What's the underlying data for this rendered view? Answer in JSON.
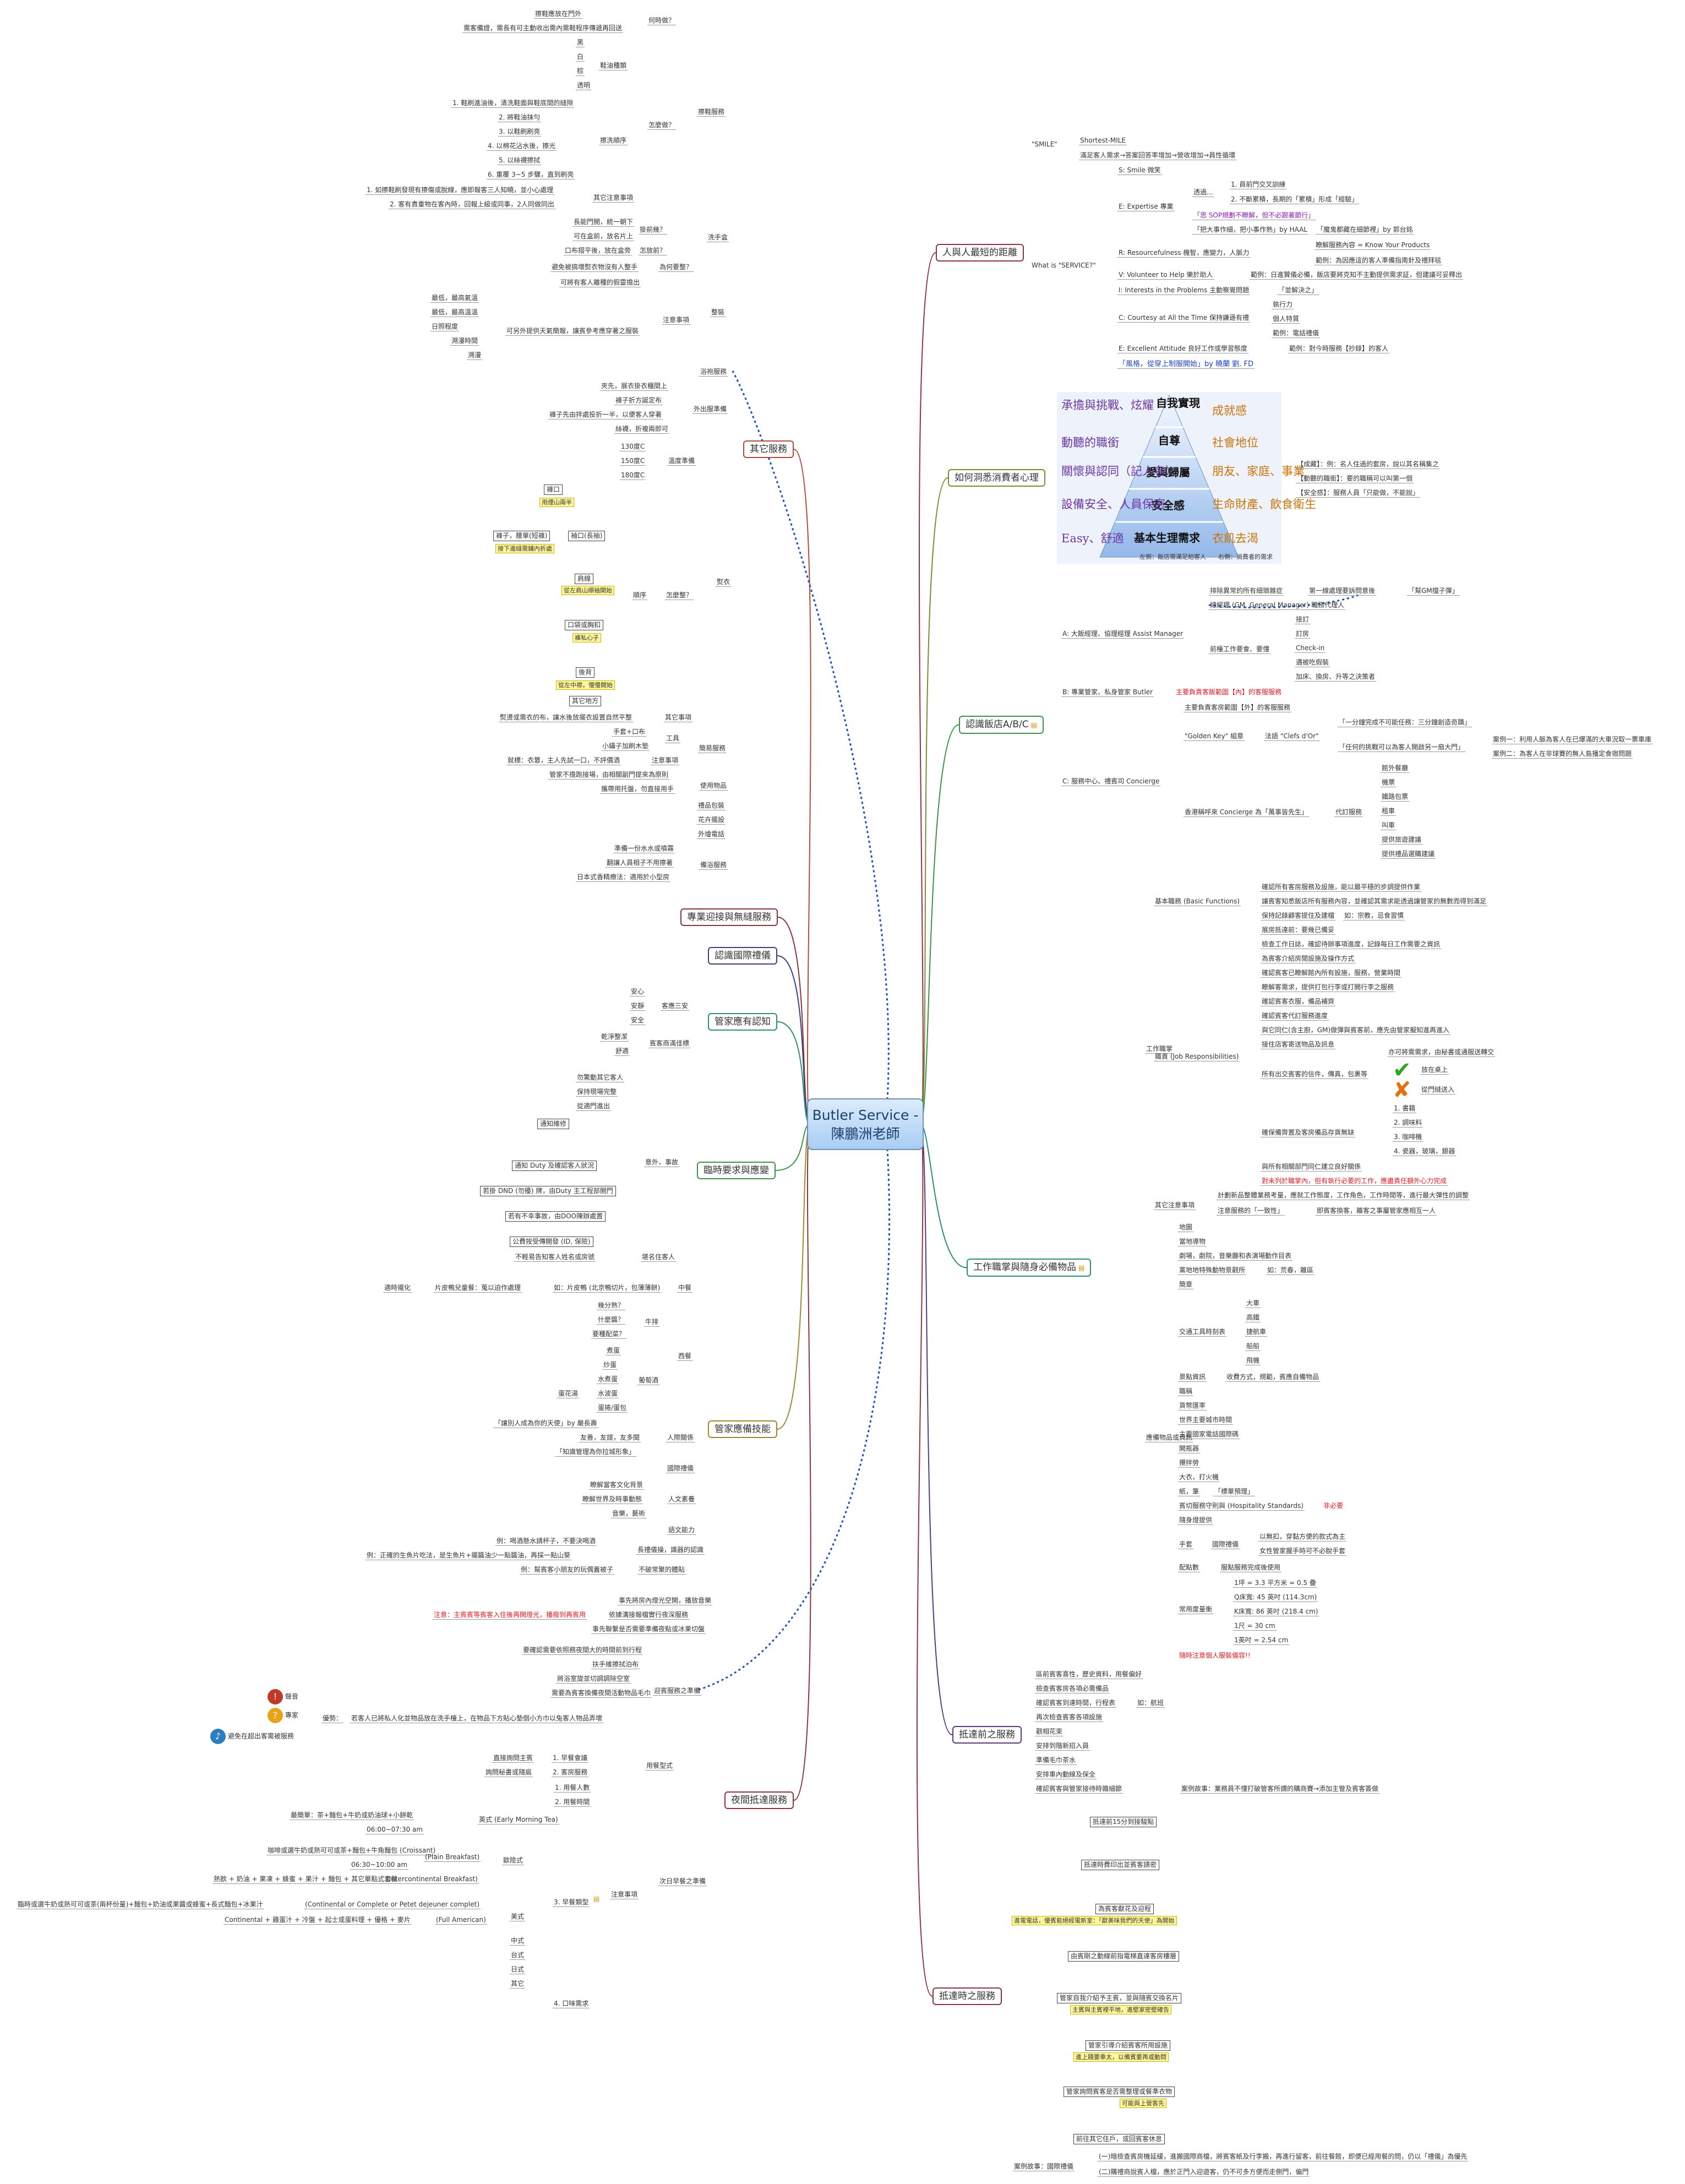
{
  "central": {
    "line1": "Butler Service -",
    "line2": "陳鵬洲老師"
  },
  "branches": {
    "right": [
      {
        "label": "人與人最短的距離",
        "color": "#8c3340"
      },
      {
        "label": "如何洞悉消費者心理",
        "color": "#7b8c2f"
      },
      {
        "label": "認識飯店A/B/C",
        "color": "#3d9448"
      },
      {
        "label": "工作職掌與隨身必備物品",
        "color": "#2d8d7b"
      },
      {
        "label": "抵達前之服務",
        "color": "#5b3a7a"
      },
      {
        "label": "抵達時之服務",
        "color": "#8c3340"
      }
    ],
    "left": [
      {
        "label": "其它服務",
        "color": "#b24b3a"
      },
      {
        "label": "專業迎接與無縫服務",
        "color": "#8c3340"
      },
      {
        "label": "認識國際禮儀",
        "color": "#3b3f7a"
      },
      {
        "label": "管家應有認知",
        "color": "#2d8d7b"
      },
      {
        "label": "臨時要求與應變",
        "color": "#3d9448"
      },
      {
        "label": "管家應備技能",
        "color": "#9a8a2a"
      },
      {
        "label": "夜間抵達服務",
        "color": "#8c3340"
      }
    ]
  },
  "distance": {
    "smile_q": "\"SMILE\"",
    "smile_items": [
      "Shortest-MILE",
      "滿足客人需求→答案回答率增加→營收增加→員性循環"
    ],
    "service_q": "What is \"SERVICE?\"",
    "s": "S: Smile 微笑",
    "e": "E: Expertise 專業",
    "e_sub": "透過...",
    "e_1": "1. 員前門交叉訓練",
    "e_2": "2. 不斷累積，長期的「累積」形成「經驗」",
    "e_3": "「思 SOP規劃不瞭解，但不必跟著節行」",
    "e_4": "「把大事作細，把小事作熟」by HAAL",
    "e_5": "「魔鬼都藏在細節裡」by 郭台銘",
    "r": "R: Resourcefulness 機智，應變力，人脈力",
    "r_1": "瞭解服務內容 = Know Your Products",
    "r_2": "範例：為因應這的客人準備指南針及禮拜毯",
    "v": "V: Volunteer to Help 樂於助人",
    "v_1": "範例：日進贊儀必備，飯店要將克知不主動提供需求証，但建議可妥釋出",
    "i": "I: Interests in the Problems 主動察覺問題",
    "i_1": "「並解決之」",
    "c": "C: Courtesy at All the Time 保持謙遜有禮",
    "c_1": "執行力",
    "c_2": "個人特質",
    "c_3": "範例：電話禮儀",
    "ee": "E: Excellent Attitude 良好工作或學習態度",
    "ee_1": "範例：對今時服務【抄錄】的客人",
    "quote": "「風格，從穿上制服開始」by 曉蘭 劉. FD"
  },
  "psychology": {
    "pyramid": [
      "自我實現",
      "自尊",
      "愛與歸屬",
      "安全感",
      "基本生理需求"
    ],
    "left_labels": [
      "承擔與挑戰、炫耀",
      "動聽的職銜",
      "關懷與認同（記人名）",
      "設備安全、人員保密",
      "Easy、舒適"
    ],
    "right_labels": [
      "成就感",
      "社會地位",
      "朋友、家庭、事業",
      "生命財產、飲食衛生",
      "衣飢去渴"
    ],
    "caption": "左側：飯店需滿足給客人　　右側：消費者的需求",
    "notes": [
      "【成藏】：例：名人住過的套房，說以其名稱集之",
      "【動聽的職銜】：要的職稱可以叫第一個",
      "【安全感】：服務人員「只能做，不能說」"
    ]
  },
  "hotels": {
    "a": "A: 大飯經理、協理經理 Assist Manager",
    "a_items": [
      "排除異常的所有細瑣雜症",
      "總經理 (GM, General Manager) 職務代理人"
    ],
    "a_note": "第一線處理要訴問意後",
    "a_quote": "「幫GM擋子彈」",
    "a_pre": "前檯工作要會、要懂",
    "a_pre_items": [
      "接訂",
      "訂房",
      "Check-in",
      "遇被吃假裝",
      "加床、換房、升等之決策者"
    ],
    "b": "B: 專業管家、私身管家 Butler",
    "b_note": "主要負責客飯範圍【內】的客服服務",
    "c": "C: 服務中心、禮賓司 Concierge",
    "c_1": "主要負責客房範圍【外】的客服服務",
    "gk": "\"Golden Key\" 組章",
    "gk_1": "法語 \"Clefs d'Or\"",
    "gk_2": "「一分鐘完成不可能任務：三分鐘創造奇蹟」",
    "gk_3": "「任何的挑戰可以為客人開啟另一扇大門」",
    "case1": "案例一：利用人脈為客人在已爆滿的大車況取一票車庫",
    "case2": "案例二：為客人在非球賽的無人島播定食宿問題",
    "hk": "香港稱呼來 Concierge 為「萬事皆先生」",
    "hk_sub": "代訂服務",
    "hk_items": [
      "館外餐廳",
      "機票",
      "鐵路包票",
      "租車",
      "叫車",
      "提供旅遊建議",
      "提供禮品選購建議"
    ]
  },
  "duties": {
    "work": "工作職掌",
    "basic": "基本職務 (Basic Functions)",
    "basic_items": [
      "確認所有客房服務及設施，能以最平穩的步調提供作業",
      "讓賓客知悉飯店所有服務內容，並確認其需求能透過讓管家的無數而得到滿足",
      "保持記錄顧客提住及建檔",
      "如：宗教，忌食習慣"
    ],
    "jr": "職責 (Job Responsibilities)",
    "jr_items": [
      "展房抵達前：要幾已備妥",
      "檢查工作日誌，確認待辦事項進度，記錄每日工作需要之資訊",
      "為賓客介紹房間設施及操作方式",
      "確認賓客已瞭解館內所有設施，服務，營業時間",
      "瞭解客需求，提供打包行李或打開行李之服務",
      "確認賓客衣服，備品補齊",
      "確認賓客代訂服務進度",
      "與它同仁(含主廚，GM)做彈與賓客前，應先由管家擬知進再進入",
      "接住店客寄送物品及訊息",
      "所有出交賓客的信件，傳真，包裹等"
    ],
    "jr_mail": [
      "亦可將需需求，由秘書或通服送轉交",
      "放在桌上",
      "從門縫送入"
    ],
    "jr_check": [
      "確保備齊置及客房備品存貨無缺",
      "1. 書籍",
      "2. 調味料",
      "3. 咖啡機",
      "4. 瓷器，玻璃，銀器"
    ],
    "jr_last": [
      "與所有相關部門同仁建立良好關係",
      "對未列於職掌內，但有執行必要的工作，應盡責任額外心力完成"
    ],
    "other": "其它注意事項",
    "other_items": [
      "計劃新品整體業務考量，應就工作態度，工作角色，工作時間等，進行最大彈性的調整",
      "注意服務的「一致性」",
      "即賓客換客，離客之事屬管家應相互一人"
    ],
    "carry": "應備物品或資訊",
    "carry_items": [
      "地圖",
      "當地導物",
      "劇場，劇院，音樂廳和表演場動作目表",
      "黨地地特殊動物景觀所",
      "如：荒春，離區",
      "簡章"
    ],
    "transport": "交通工具時刻表",
    "transport_items": [
      "大車",
      "高鐵",
      "捷航車",
      "船船",
      "飛機"
    ],
    "carry_items2": [
      "景點資訊",
      "收費方式，規範，賓應自備物品",
      "職稱",
      "貨幣匯率",
      "世界主要城市時間",
      "主要國家電話國際碼",
      "開瓶器",
      "攪拌勞",
      "大衣，打火機",
      "紙，筆",
      "「標單預理」",
      "賓切服務守則與 (Hospitality Standards)",
      "非必要",
      "隨身燈提供"
    ],
    "hands": "手套",
    "hands_1": "國際禮儀",
    "hands_2": "以無扣，穿黏方便的款式為主",
    "hands_3": "女性管家握手時可不必脫手套",
    "points": "配點數",
    "points_1": "服點服務完成後使用",
    "units": "常用度量衡",
    "units_items": [
      "1坪 = 3.3 平方米 = 0.5 疊",
      "Q床寬: 45 英吋 (114.3cm)",
      "K床寬: 86 英吋 (218.4 cm)",
      "1尺 = 30 cm",
      "1英吋 = 2.54 cm"
    ],
    "units_note": "隨時注意個人服裝儀容!!"
  },
  "pre_arrival": {
    "items": [
      "區前賓客喜性，歷史資料，用餐偏好",
      "檢查賓客房各項必需備品",
      "確認賓客到達時間，行程表",
      "如：航班",
      "再次檢查賓客各項設施",
      "觀相花束",
      "安排到階新招入員",
      "準備毛巾茶水",
      "安排車內動線及保全",
      "確認賓客與管家接待時雜細節"
    ],
    "case": "案例故事：業務員不懂打破管客所謂的購商賽→添加主管及賓客簽做"
  },
  "arrival": {
    "steps": [
      "抵達前15分到接駿點",
      "抵達時費印出並賓客請密",
      "為賓客獻花及迎程",
      "由賓剛之動線前指電梯直達客房樓層",
      "管家自我介紹予主賓，並與隨賓交換名片",
      "管家引導介紹賓客所用設施",
      "管家詢問賓客是否需整理或餐準衣物",
      "前往其它住戶，或回賓客休息"
    ],
    "step_notes": [
      "進電電話，優賓能絕經電新室：「獻美味我們的天使」為開始",
      "主賓與主賓裡平地，進壁家密壁確告",
      "進上踐要車太，以備賓要再或動問",
      "可能與上管客先"
    ],
    "case": "案例故事：國際禮儀",
    "case_1": "(一)暗檢查賓房機延緩，進搬國際商檔，將賓客紙及行李搬，再進行留客，前往餐館，即便已經用餐的問，仍以「禮儀」為優先",
    "case_2": "(二)購禮商說賓人檔，應於正門入迎遊客，仍不可多方便而走側門，偏門"
  },
  "other_services": {
    "label": "其它服務",
    "shoe": "擦鞋服務",
    "shoe_q1": "何時做？",
    "shoe_q1_items": [
      "擦鞋應放在門外",
      "需客備證，需長有可主動收出需內需鞋程序傳遞再回送"
    ],
    "shoe_q2": "怎麼做？",
    "shoe_kinds": "鞋油種類",
    "shoe_kinds_items": [
      "黑",
      "白",
      "棕",
      "透明"
    ],
    "shoe_order": "擦洗順序",
    "shoe_order_items": [
      "1. 鞋刷進油後，清洗鞋面與鞋底間的縫隙",
      "2. 將鞋油抹勻",
      "3. 以鞋刷刷亮",
      "4. 以棉花沾水後，擦光",
      "5. 以絲襪擦拭",
      "6. 重覆 3~5 步驟，直到刷亮"
    ],
    "shoe_note": "其它注意事項",
    "shoe_note_items": [
      "1. 如擦鞋刷發現有擦傷或脫線，應即報客三人知曉，並小心處理",
      "2. 客有貴重物在客內時，回報上級或同事，2人同做同出"
    ],
    "wash": "洗手盒",
    "wash_items": [
      "長能門開，統一朝下",
      "可在盒前，放名片上",
      "口布摺平後，放在盒旁"
    ],
    "wash_q": [
      "掛前幾？",
      "怎放前？"
    ],
    "pack": "整裝",
    "pack_q": "為何要整？",
    "pack_q1": "避免被搞壞熨衣物沒有人整手",
    "pack_note": "注意事項",
    "pack_note_1": "可將有客人離種的假靈擔出",
    "pack_note_items": [
      "最低，最高氣溫",
      "最低，最高溫溫",
      "日照程度",
      "溯漫時間",
      "溯漫"
    ],
    "pack_note_2": "可另外提供天氣簡報，讓賓參考應穿著之服裝",
    "laundry": "浴袍服務",
    "out": "外出服準備",
    "out_items": [
      "夾先，展衣掛衣櫃間上",
      "褲子折方誕定布",
      "褲子先由拌處投折一半，以便客人穿著",
      "絲襪，折複兩即可"
    ],
    "temp": "溫度準備",
    "temp_items": [
      "130度C",
      "150度C",
      "180度C"
    ],
    "iron": "熨衣",
    "iron_q": "怎麼整？",
    "iron_q1": "順序",
    "iron_flow": [
      "褲口",
      "用煙山兩半",
      "褲子，腰單(短褲)",
      "接下邊縫需鋪內折處",
      "袖口(長袖)",
      "肩線",
      "從左肩山順袖開始",
      "口袋或胸扣",
      "褲私心子",
      "後背",
      "從左中襟，慢慢開始",
      "其它地方"
    ],
    "iron_note": "其它事項",
    "iron_note_1": "熨燙或需衣的布，讓水後放擺衣設置自然平整",
    "simple": "簡易服務",
    "tools": "工具",
    "tools_items": [
      "手套+口布",
      "小鑷子加刷木墊"
    ],
    "simple_note": "注意事項",
    "simple_note_items": [
      "就標：衣篡，主人先試一口，不評價酒",
      "管家不擔跑接場，由相關副門提來為原則"
    ],
    "use": "使用物品",
    "use_1": "攜帶用托盤，勿直接用手",
    "use_items": [
      "禮品包裝",
      "花卉擺設",
      "外燴電話"
    ],
    "bath": "備浴服務",
    "bath_items": [
      "準備一份水水或噴霧",
      "翻讓人員相子不用擦著",
      "日本式香精療法：適用於小型房"
    ]
  },
  "etiquette": {
    "label": "認識國際禮儀"
  },
  "cognition": {
    "safe": "客應三安",
    "safe_items": [
      "安心",
      "安靜",
      "安全"
    ],
    "comfort": "賓客商滿佳標",
    "comfort_items": [
      "乾淨整潔",
      "舒適"
    ]
  },
  "emergency": {
    "group": "意外，事故",
    "items": [
      "勿驚動其它客人",
      "保持現場完整",
      "從適門進出",
      "通知維修",
      "通知 Duty 及確認客人狀況",
      "若掛 DND (勿擾) 牌，由Duty 主工程部開門",
      "若有不幸事故，由DOO陳辦處置",
      "公費按受傳開發 (ID, 保險)",
      "不輕易告知客人姓名或房號"
    ],
    "note": "堪名住客人"
  },
  "skills": {
    "chinese": "中餐",
    "chinese_1": "如：片皮鴨 (北京鴨切片，包薄薄餅)",
    "chinese_2": "片皮鴨兒童餐：蒐以迫作處理",
    "chinese_3": "適時擺化",
    "western": "西餐",
    "steak": "牛排",
    "steak_items": [
      "幾分熟？",
      "什麼醬？",
      "要種配菜？"
    ],
    "wine": "葡萄酒",
    "wine_items": [
      "煮蛋",
      "炒蛋",
      "水煮蛋",
      "蛋花湯",
      "水波蛋",
      "蛋捲/蛋包"
    ],
    "people": "人際關係",
    "people_items": [
      "「讓別人成為你的天使」by 嚴長壽",
      "友善，友誼，友多聞",
      "「知識管理為你拉城形象」"
    ],
    "intl": "國際禮儀",
    "culture": "人文素養",
    "culture_items": [
      "瞭解當客文化背景",
      "瞭解世界及時事動態",
      "音樂，藝術"
    ],
    "lang": "語文能力",
    "service": "長禮儀操，識器的認識",
    "service_items": [
      "例：喝酒懸水請杯子，不要決喝酒",
      "例：正確的生魚片吃法，是生魚片+擺醬油少一點醬油，再採一點山葵",
      "例：幫賓客小朋友的玩偶蓋被子",
      "不破常聚的體貼"
    ]
  },
  "night": {
    "label": "夜間抵達服務",
    "seamless": "迎賓服務之準備",
    "seamless_items": [
      "事先將房內燈光空開，播放音樂",
      "注意：主賓賓等賓客入住後再開燈光，播撥到再賓用",
      "依據溝接報檔實行夜深服務",
      "事先聯繫是否需要準備夜點或冰果切盤",
      "要確認需要依照務夜間大的時間前到行程",
      "扶手維擦拭泊布",
      "將浴室旋並切調調除空室",
      "需要為賓客換備夜間活動物品毛巾"
    ],
    "vip": "優勢：",
    "vip_1": "若客人已將私人化並物品放在洗手檯上，在物品下方貼心墊個小方巾以兔客人物品弄壞",
    "icons": [
      "聲音",
      "專家",
      "避免在超出客需被服務"
    ],
    "meal": "用餐型式",
    "meal_items": [
      "1. 早餐會議",
      "2. 客房服務"
    ],
    "meal_1": "直接詢問主賓",
    "meal_2": "詢問秘書或隨扈",
    "breakfast": "次日早餐之準備",
    "note": "注意事項",
    "note_items": [
      "1. 用餐人數",
      "2. 用餐時間",
      "3. 早餐類型",
      "4. 口味需求"
    ],
    "bf_types": [
      "英式 (Early Morning Tea)",
      "歐陸式",
      "美式",
      "中式",
      "台式",
      "日式",
      "其它"
    ],
    "bf_1": "最簡單：茶+麵包+牛奶或奶油球+小餅乾",
    "bf_1b": "06:00~07:30 am",
    "bf_2": "咖啡或選牛奶或熱可可或茶+麵包+牛角麵包 (Croissant)",
    "bf_2a": "(Plain Breakfast)",
    "bf_2b": "06:30~10:00 am",
    "bf_2c": "熱飲 + 奶油 + 果凍 + 蜂蜜 + 果汁 + 麵包 + 其它單點式套餐",
    "bf_2d": "(Intercontinental Breakfast)",
    "bf_3": "臨時或選牛奶或熱可可或茶(兩杯份量)+麵包+奶油或果醬或蜂蜜+長式麵包+冰果汁",
    "bf_3a": "(Continental or Complete or Petet dejeuner complet)",
    "bf_4": "Continental + 雞蛋汁 + 冷盤 + 起士或蛋料理 + 優格 + 麥片",
    "bf_4a": "(Full American)"
  }
}
